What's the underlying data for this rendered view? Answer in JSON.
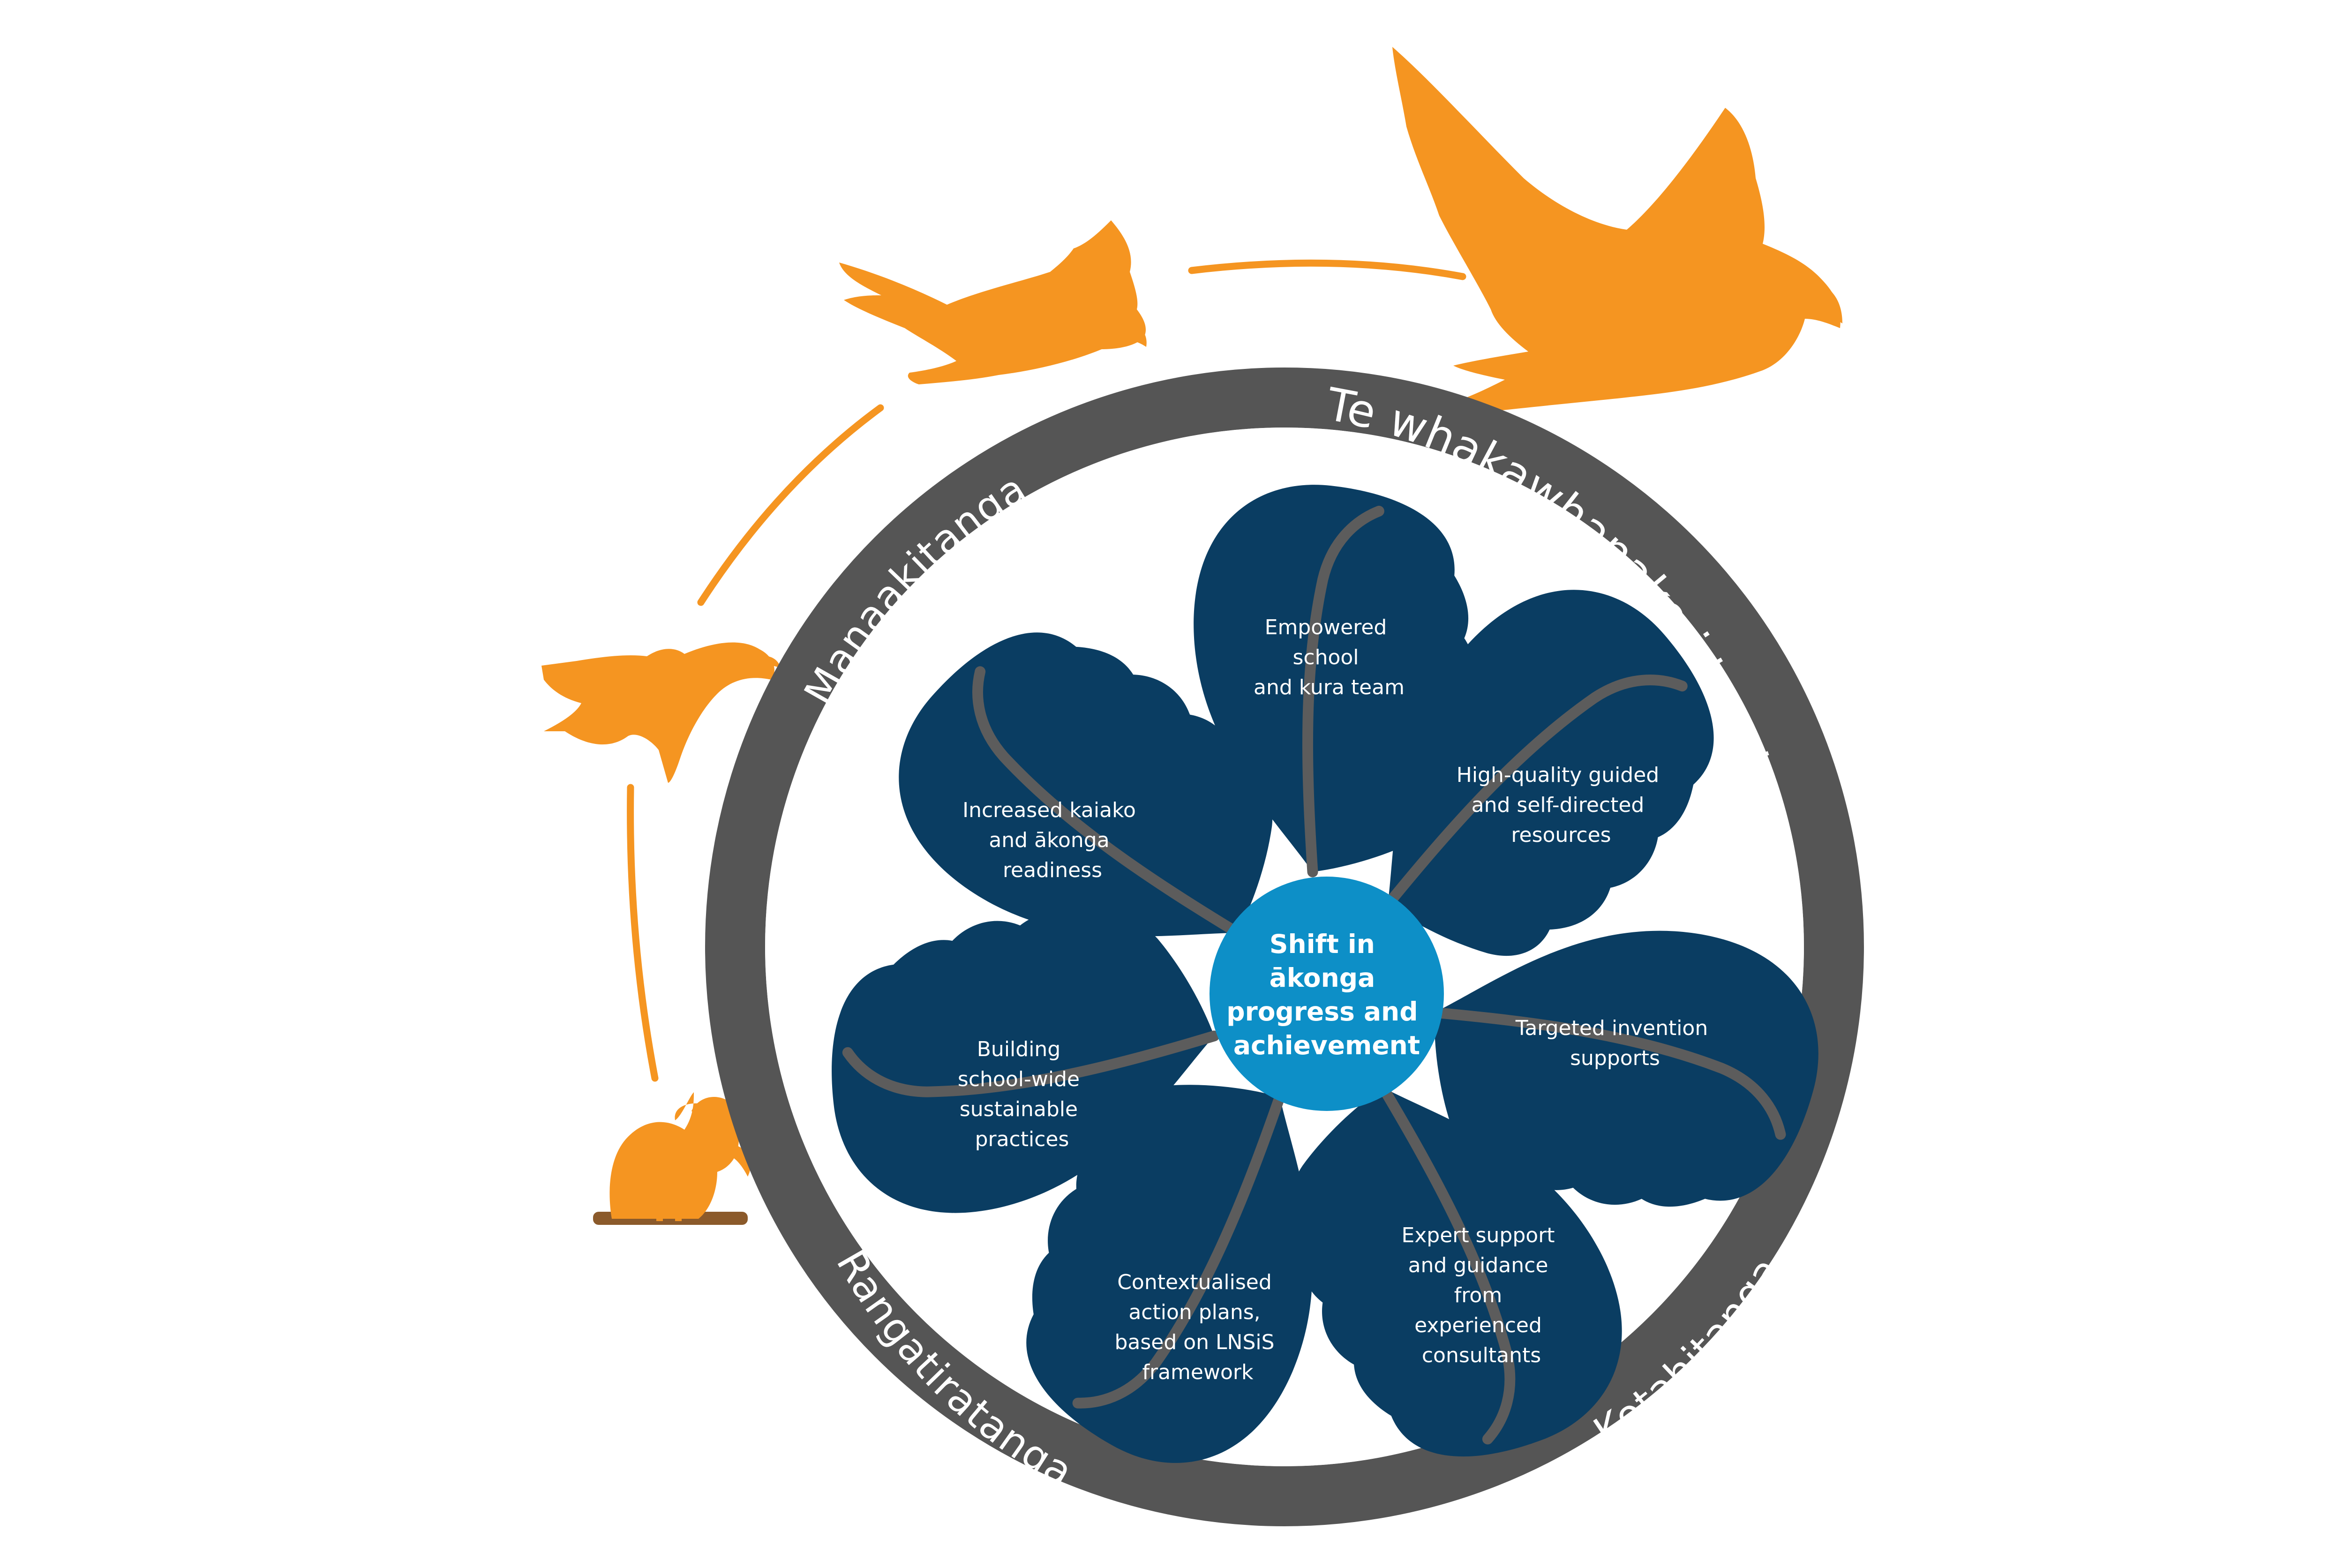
{
  "ring": {
    "title": "Te whakawhanake i te whanaungatanga ako",
    "values": [
      "Manaakitanga",
      "Rangatiratanga",
      "Kotahitanga"
    ]
  },
  "center": {
    "lines": [
      "Shift in",
      "ākonga",
      "progress and",
      "achievement"
    ]
  },
  "feathers": [
    {
      "id": "empowered-team",
      "lines": [
        "Empowered",
        "school",
        "and kura team"
      ]
    },
    {
      "id": "high-quality-resources",
      "lines": [
        "High-quality guided",
        "and self-directed",
        "resources"
      ]
    },
    {
      "id": "targeted-supports",
      "lines": [
        "Targeted invention",
        "supports"
      ]
    },
    {
      "id": "expert-support",
      "lines": [
        "Expert support",
        "and guidance",
        "from",
        "experienced",
        "consultants"
      ]
    },
    {
      "id": "action-plans",
      "lines": [
        "Contextualised",
        "action plans,",
        "based on LNSiS",
        "framework"
      ]
    },
    {
      "id": "sustainable-practices",
      "lines": [
        "Building",
        "school-wide",
        "sustainable",
        "practices"
      ]
    },
    {
      "id": "readiness",
      "lines": [
        "Increased kaiako",
        "and ākonga",
        "readiness"
      ]
    }
  ],
  "colors": {
    "feather": "#0a3d62",
    "feather_rib": "#5c5c5c",
    "ring": "#555555",
    "center": "#0d8fc7",
    "bird": "#f59521",
    "perch": "#8b5a2b"
  },
  "birds": [
    "perched-bird-icon",
    "rising-bird-icon",
    "gliding-bird-icon",
    "soaring-bird-icon"
  ]
}
